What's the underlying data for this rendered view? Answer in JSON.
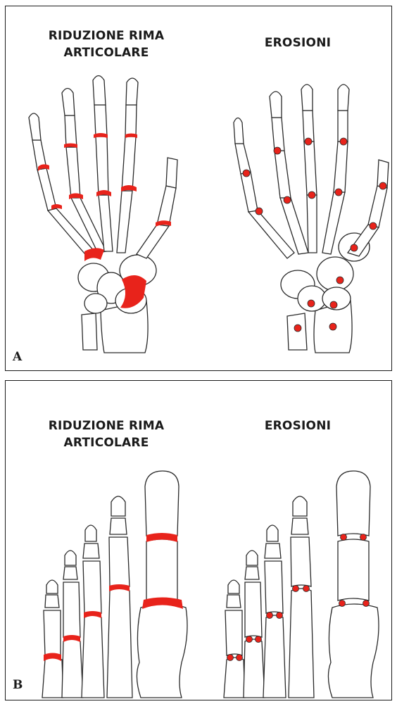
{
  "panels": [
    {
      "letter": "A",
      "subject": "hand",
      "left_title": "RIDUZIONE RIMA\nARTICOLARE",
      "right_title": "EROSIONI"
    },
    {
      "letter": "B",
      "subject": "foot",
      "left_title": "RIDUZIONE RIMA\nARTICOLARE",
      "right_title": "EROSIONI"
    }
  ],
  "colors": {
    "lesion": "#e8231b",
    "outline": "#2a2a2a",
    "border": "#1a1a1a"
  }
}
